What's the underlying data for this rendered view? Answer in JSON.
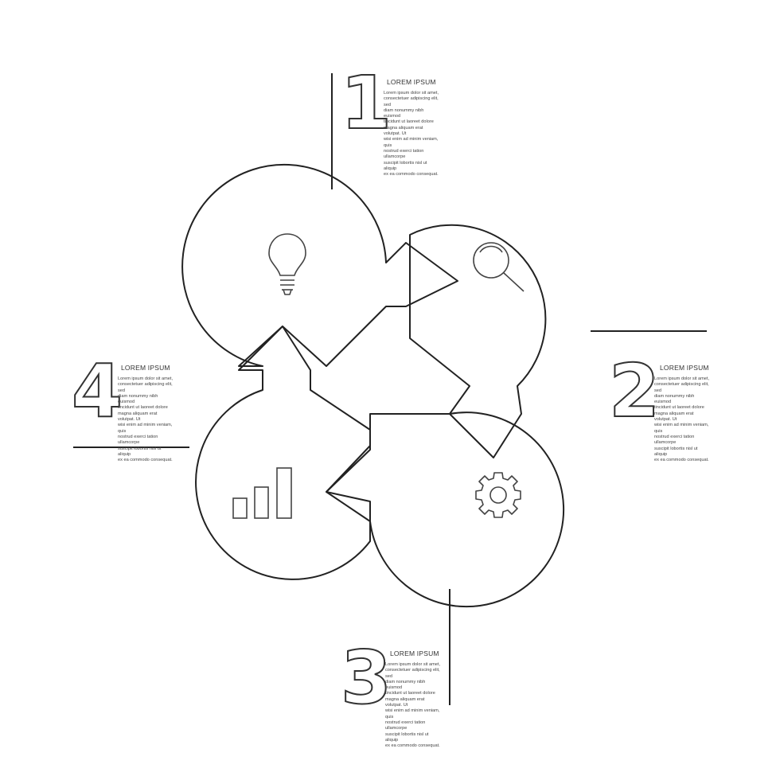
{
  "steps": [
    {
      "number": "1",
      "title": "LOREM IPSUM",
      "body": "Lorem ipsum dolor sit amet,\nconsectetuer adipiscing elit, sed\ndiam nonummy nibh euismod\ntincidunt ut laoreet dolore\nmagna aliquam erat volutpat. Ut\nwisi enim ad minim veniam, quis\nnostrud exerci tation ullamcorpe\nsuscipit lobortis nisl ut aliquip\nex ea commodo consequat.",
      "icon": "lightbulb-icon"
    },
    {
      "number": "2",
      "title": "LOREM IPSUM",
      "body": "Lorem ipsum dolor sit amet,\nconsectetuer adipiscing elit, sed\ndiam nonummy nibh euismod\ntincidunt ut laoreet dolore\nmagna aliquam erat volutpat. Ut\nwisi enim ad minim veniam, quis\nnostrud exerci tation ullamcorpe\nsuscipit lobortis nisl ut aliquip\nex ea commodo consequat.",
      "icon": "magnifier-icon"
    },
    {
      "number": "3",
      "title": "LOREM IPSUM",
      "body": "Lorem ipsum dolor sit amet,\nconsectetuer adipiscing elit, sed\ndiam nonummy nibh euismod\ntincidunt ut laoreet dolore\nmagna aliquam erat volutpat. Ut\nwisi enim ad minim veniam, quis\nnostrud exerci tation ullamcorpe\nsuscipit lobortis nisl ut aliquip\nex ea commodo consequat.",
      "icon": "gear-icon"
    },
    {
      "number": "4",
      "title": "LOREM IPSUM",
      "body": "Lorem ipsum dolor sit amet,\nconsectetuer adipiscing elit, sed\ndiam nonummy nibh euismod\ntincidunt ut laoreet dolore\nmagna aliquam erat volutpat. Ut\nwisi enim ad minim veniam, quis\nnostrud exerci tation ullamcorpe\nsuscipit lobortis nisl ut aliquip\nex ea commodo consequat.",
      "icon": "bar-chart-icon"
    }
  ],
  "colors": {
    "stroke": "#222222",
    "background": "#ffffff",
    "text": "#333333"
  }
}
